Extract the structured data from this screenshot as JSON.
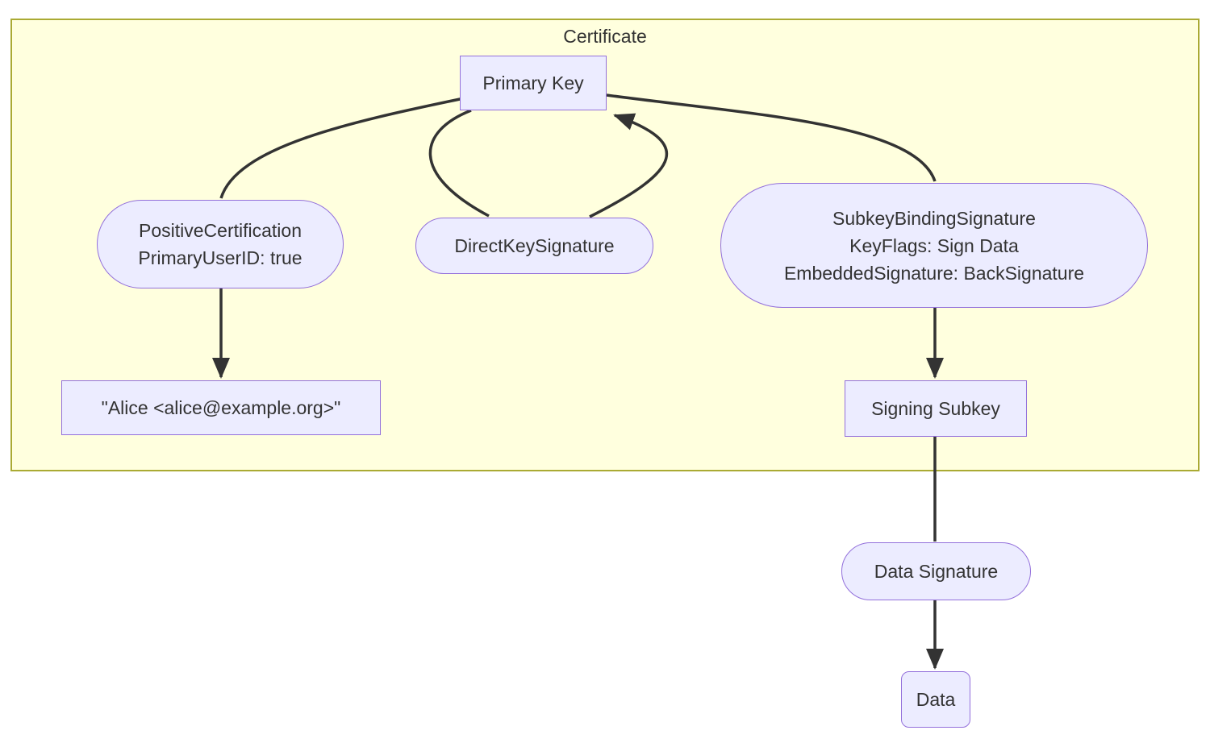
{
  "diagram": {
    "type": "flowchart",
    "cluster": {
      "label": "Certificate"
    },
    "nodes": {
      "primary_key": {
        "label": "Primary Key",
        "shape": "rectangle"
      },
      "positive_certification": {
        "line1": "PositiveCertification",
        "line2": "PrimaryUserID: true",
        "shape": "stadium"
      },
      "direct_key_signature": {
        "label": "DirectKeySignature",
        "shape": "stadium"
      },
      "subkey_binding_signature": {
        "line1": "SubkeyBindingSignature",
        "line2": "KeyFlags: Sign Data",
        "line3": "EmbeddedSignature: BackSignature",
        "shape": "stadium"
      },
      "user_id": {
        "label": "\"Alice <alice@example.org>\"",
        "shape": "rectangle"
      },
      "signing_subkey": {
        "label": "Signing Subkey",
        "shape": "rectangle"
      },
      "data_signature": {
        "label": "Data Signature",
        "shape": "stadium"
      },
      "data": {
        "label": "Data",
        "shape": "rounded-rectangle"
      }
    },
    "edges": [
      {
        "from": "Primary Key",
        "to": "PositiveCertification",
        "arrowhead": false
      },
      {
        "from": "PositiveCertification",
        "to": "\"Alice <alice@example.org>\"",
        "arrowhead": true
      },
      {
        "from": "Primary Key",
        "to": "DirectKeySignature",
        "arrowhead": false
      },
      {
        "from": "DirectKeySignature",
        "to": "Primary Key",
        "arrowhead": true
      },
      {
        "from": "Primary Key",
        "to": "SubkeyBindingSignature",
        "arrowhead": false
      },
      {
        "from": "SubkeyBindingSignature",
        "to": "Signing Subkey",
        "arrowhead": true
      },
      {
        "from": "Signing Subkey",
        "to": "Data Signature",
        "arrowhead": false
      },
      {
        "from": "Data Signature",
        "to": "Data",
        "arrowhead": true
      }
    ],
    "colors": {
      "background": "#FFFFFF",
      "cluster_fill": "#FFFFDE",
      "cluster_border": "#AAAA33",
      "node_fill": "#ECECFF",
      "node_border": "#9370DB",
      "edge": "#333333",
      "text": "#333333"
    }
  }
}
